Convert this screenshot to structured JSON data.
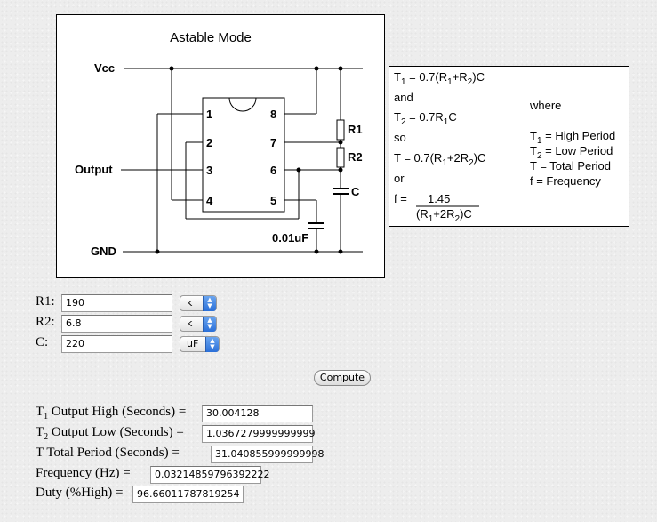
{
  "diagram": {
    "title": "Astable Mode",
    "labels": {
      "vcc": "Vcc",
      "output": "Output",
      "gnd": "GND",
      "r1": "R1",
      "r2": "R2",
      "c": "C",
      "cap_small": "0.01uF"
    },
    "pins": [
      "1",
      "2",
      "3",
      "4",
      "8",
      "7",
      "6",
      "5"
    ]
  },
  "formula": {
    "t1_pre": "T",
    "t1_sub": "1",
    "t1_mid": " = 0.7(R",
    "t1_sub2": "1",
    "t1_plus": "+R",
    "t1_sub3": "2",
    "t1_end": ")C",
    "and": "and",
    "t2_pre": "T",
    "t2_sub": "2",
    "t2_mid": " = 0.7R",
    "t2_sub2": "1",
    "t2_end": "C",
    "so": "so",
    "t_pre": "T = 0.7(R",
    "t_sub": "1",
    "t_mid": "+2R",
    "t_sub2": "2",
    "t_end": ")C",
    "or": "or",
    "f_pre": "f =",
    "f_num": "1.45",
    "f_den_pre": "(R",
    "f_den_sub": "1",
    "f_den_mid": "+2R",
    "f_den_sub2": "2",
    "f_den_end": ")C",
    "where": "where",
    "leg1_pre": "T",
    "leg1_sub": "1",
    "leg1_text": " = High Period",
    "leg2_pre": "T",
    "leg2_sub": "2",
    "leg2_text": " = Low Period",
    "leg3": "T = Total Period",
    "leg4": "f = Frequency"
  },
  "inputs": {
    "r1": {
      "label": "R1:",
      "value": "190",
      "unit": "k"
    },
    "r2": {
      "label": "R2:",
      "value": "6.8",
      "unit": "k"
    },
    "c": {
      "label": "C:",
      "value": "220",
      "unit": "uF"
    }
  },
  "compute_label": "Compute",
  "results": {
    "t1": {
      "pre": "T",
      "sub": "1",
      "label": " Output High (Seconds) =",
      "value": "30.004128"
    },
    "t2": {
      "pre": "T",
      "sub": "2",
      "label": " Output Low (Seconds) =",
      "value": "1.0367279999999999"
    },
    "t": {
      "label": "T Total Period (Seconds) =",
      "value": "31.040855999999998"
    },
    "freq": {
      "label": "Frequency (Hz) =",
      "value": "0.03214859796392222"
    },
    "duty": {
      "label": "Duty (%High) =",
      "value": "96.66011787819254"
    }
  },
  "colors": {
    "button_accent": "#2a6fd8"
  }
}
